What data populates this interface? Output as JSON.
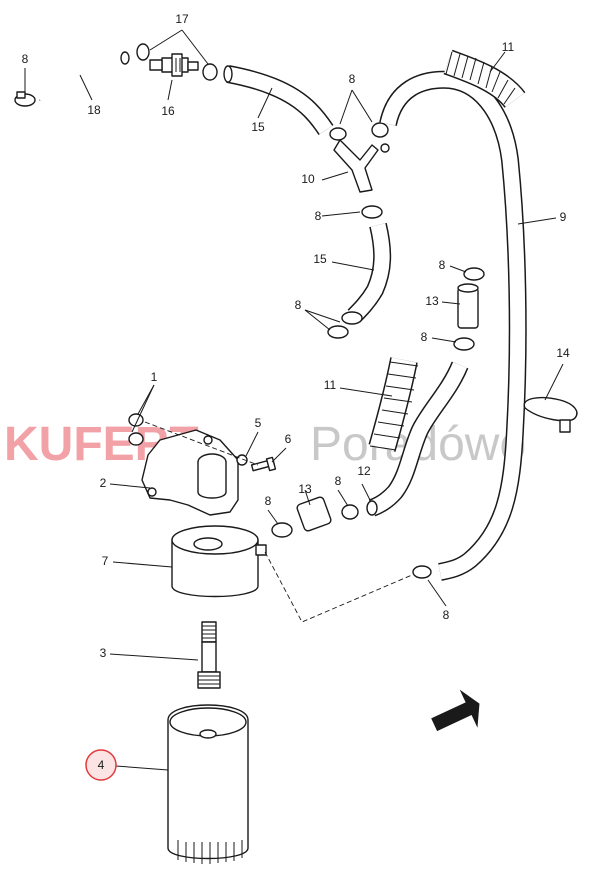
{
  "watermark": {
    "brand": "KUFERT",
    "tagline": "Poradówo",
    "brand_color": "#e8545c",
    "tagline_color": "#c8c8c8"
  },
  "highlight": {
    "callout": "4",
    "color": "#e23a3a",
    "fill": "#fde4e4"
  },
  "callouts": [
    "1",
    "2",
    "3",
    "4",
    "5",
    "6",
    "7",
    "8",
    "9",
    "10",
    "11",
    "12",
    "13",
    "14",
    "15",
    "16",
    "17",
    "18"
  ],
  "parts": [
    {
      "number": "1",
      "icon": "o-ring-icon"
    },
    {
      "number": "2",
      "icon": "filter-bracket-icon"
    },
    {
      "number": "3",
      "icon": "threaded-nipple-icon"
    },
    {
      "number": "4",
      "icon": "oil-filter-icon"
    },
    {
      "number": "5",
      "icon": "washer-icon"
    },
    {
      "number": "6",
      "icon": "bolt-icon"
    },
    {
      "number": "7",
      "icon": "oil-cooler-icon"
    },
    {
      "number": "8",
      "icon": "hose-clamp-icon"
    },
    {
      "number": "9",
      "icon": "hose-icon"
    },
    {
      "number": "10",
      "icon": "y-connector-icon"
    },
    {
      "number": "11",
      "icon": "protective-sleeve-icon"
    },
    {
      "number": "12",
      "icon": "hose-icon"
    },
    {
      "number": "13",
      "icon": "hose-icon"
    },
    {
      "number": "14",
      "icon": "cable-tie-icon"
    },
    {
      "number": "15",
      "icon": "hose-icon"
    },
    {
      "number": "16",
      "icon": "valve-icon"
    },
    {
      "number": "17",
      "icon": "hose-clamp-icon"
    },
    {
      "number": "18",
      "icon": "hose-icon"
    }
  ],
  "flow_arrow": {
    "icon": "direction-arrow-icon"
  }
}
